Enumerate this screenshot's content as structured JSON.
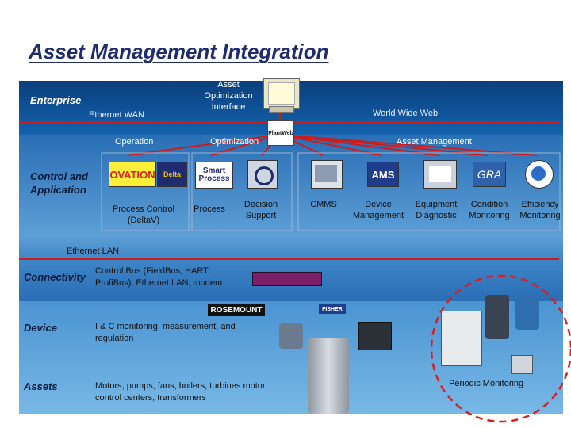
{
  "title": "Asset Management Integration",
  "tiers": {
    "enterprise": "Enterprise",
    "control": "Control and Application",
    "connectivity": "Connectivity",
    "device": "Device",
    "assets": "Assets"
  },
  "network": {
    "ethernet_wan": "Ethernet WAN",
    "world_wide_web": "World Wide Web",
    "ethernet_lan": "Ethernet LAN",
    "plantweb_badge": "PlantWeb"
  },
  "interface": {
    "label": "Asset Optimization Interface"
  },
  "categories": {
    "operation": "Operation",
    "optimization": "Optimization",
    "asset_management": "Asset Management"
  },
  "apps": [
    {
      "label": "Process Control (DeltaV)",
      "icon": "deltav-logo"
    },
    {
      "label": "Process",
      "icon": "smartprocess-logo"
    },
    {
      "label": "Decision Support",
      "icon": "decision-support-icon"
    },
    {
      "label": "CMMS",
      "icon": "cmms-screen-icon"
    },
    {
      "label": "Device Management",
      "icon": "ams-logo"
    },
    {
      "label": "Equipment Diagnostic",
      "icon": "diagnostic-screen-icon"
    },
    {
      "label": "Condition Monitoring",
      "icon": "gra-logo"
    },
    {
      "label": "Efficiency Monitoring",
      "icon": "efficiency-logo"
    }
  ],
  "logos": {
    "ovation": "OVATION",
    "delta": "Delta",
    "smart_process": "Smart Process",
    "ams": "AMS",
    "gra": "GRA",
    "rosemount": "ROSEMOUNT",
    "fisher": "FISHER"
  },
  "descriptions": {
    "connectivity": "Control Bus (FieldBus, HART, ProfiBus), Ethernet LAN, modem",
    "device": "I & C monitoring, measurement, and regulation",
    "assets": "Motors, pumps, fans, boilers, turbines motor control centers, transformers"
  },
  "periodic_monitoring": "Periodic Monitoring",
  "colors": {
    "title": "#1f2d6e",
    "band_enterprise": "#0e5196",
    "band_control": "#3b80c4",
    "band_connect": "#2a6eb5",
    "band_device": "#5aa3db",
    "network_line": "#cc1d1d",
    "dashed_circle": "#d81e1e"
  }
}
